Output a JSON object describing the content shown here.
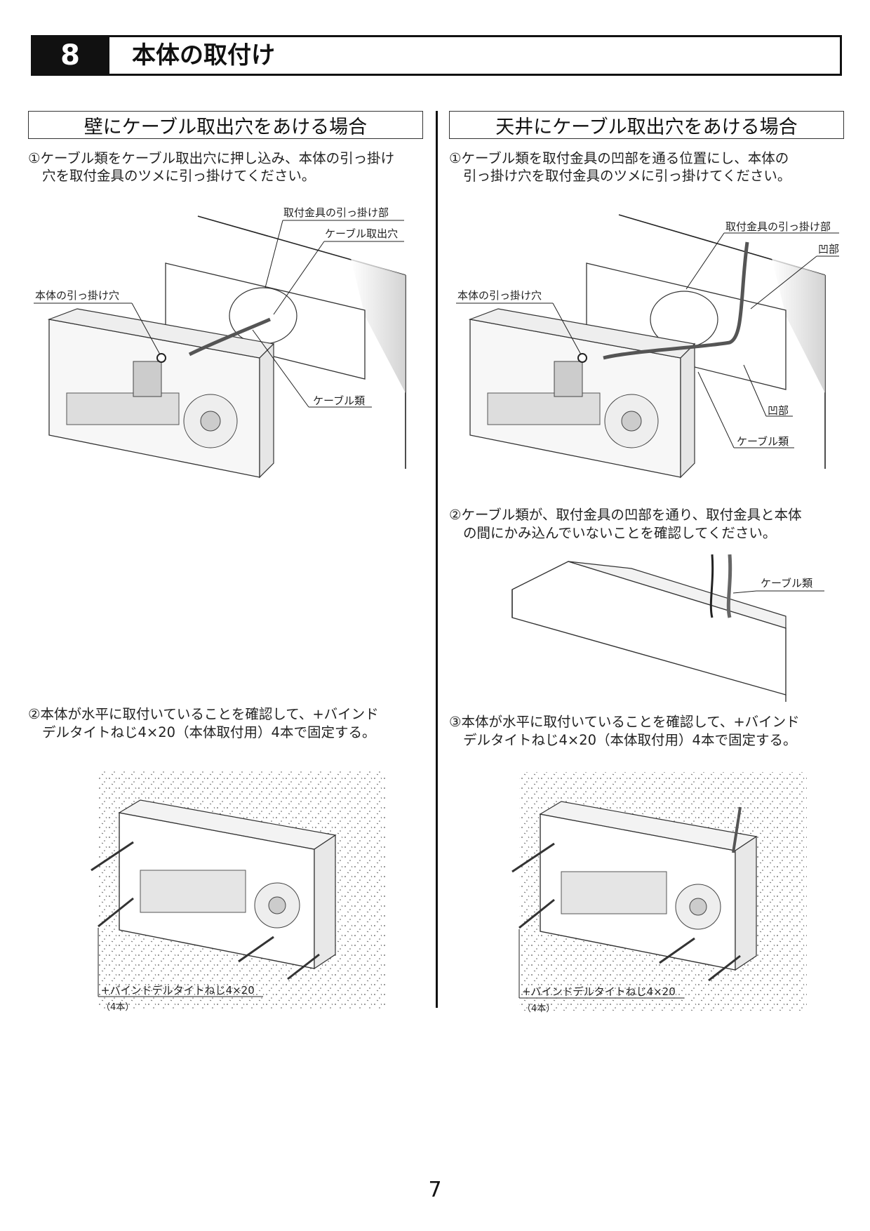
{
  "header": {
    "number": "8",
    "title": "本体の取付け"
  },
  "left": {
    "title": "壁にケーブル取出穴をあける場合",
    "step1_line1": "①ケーブル類をケーブル取出穴に押し込み、本体の引っ掛け",
    "step1_line2": "穴を取付金具のツメに引っ掛けてください。",
    "fig1_labels": {
      "hook_part": "取付金具の引っ掛け部",
      "cable_hole": "ケーブル取出穴",
      "body_hook_hole": "本体の引っ掛け穴",
      "cables": "ケーブル類"
    },
    "step2_line1": "②本体が水平に取付いていることを確認して、+バインド",
    "step2_line2": "デルタイトねじ4×20（本体取付用）4本で固定する。",
    "fig2_labels": {
      "screw": "+バインドデルタイトねじ4×20",
      "count": "（4本）"
    }
  },
  "right": {
    "title": "天井にケーブル取出穴をあける場合",
    "step1_line1": "①ケーブル類を取付金具の凹部を通る位置にし、本体の",
    "step1_line2": "引っ掛け穴を取付金具のツメに引っ掛けてください。",
    "fig1_labels": {
      "hook_part": "取付金具の引っ掛け部",
      "recess_top": "凹部",
      "body_hook_hole": "本体の引っ掛け穴",
      "recess_bottom": "凹部",
      "cables": "ケーブル類"
    },
    "step2_line1": "②ケーブル類が、取付金具の凹部を通り、取付金具と本体",
    "step2_line2": "の間にかみ込んでいないことを確認してください。",
    "fig2_labels": {
      "cables": "ケーブル類"
    },
    "step3_line1": "③本体が水平に取付いていることを確認して、+バインド",
    "step3_line2": "デルタイトねじ4×20（本体取付用）4本で固定する。",
    "fig3_labels": {
      "screw": "+バインドデルタイトねじ4×20",
      "count": "（4本）"
    }
  },
  "page_number": "7"
}
